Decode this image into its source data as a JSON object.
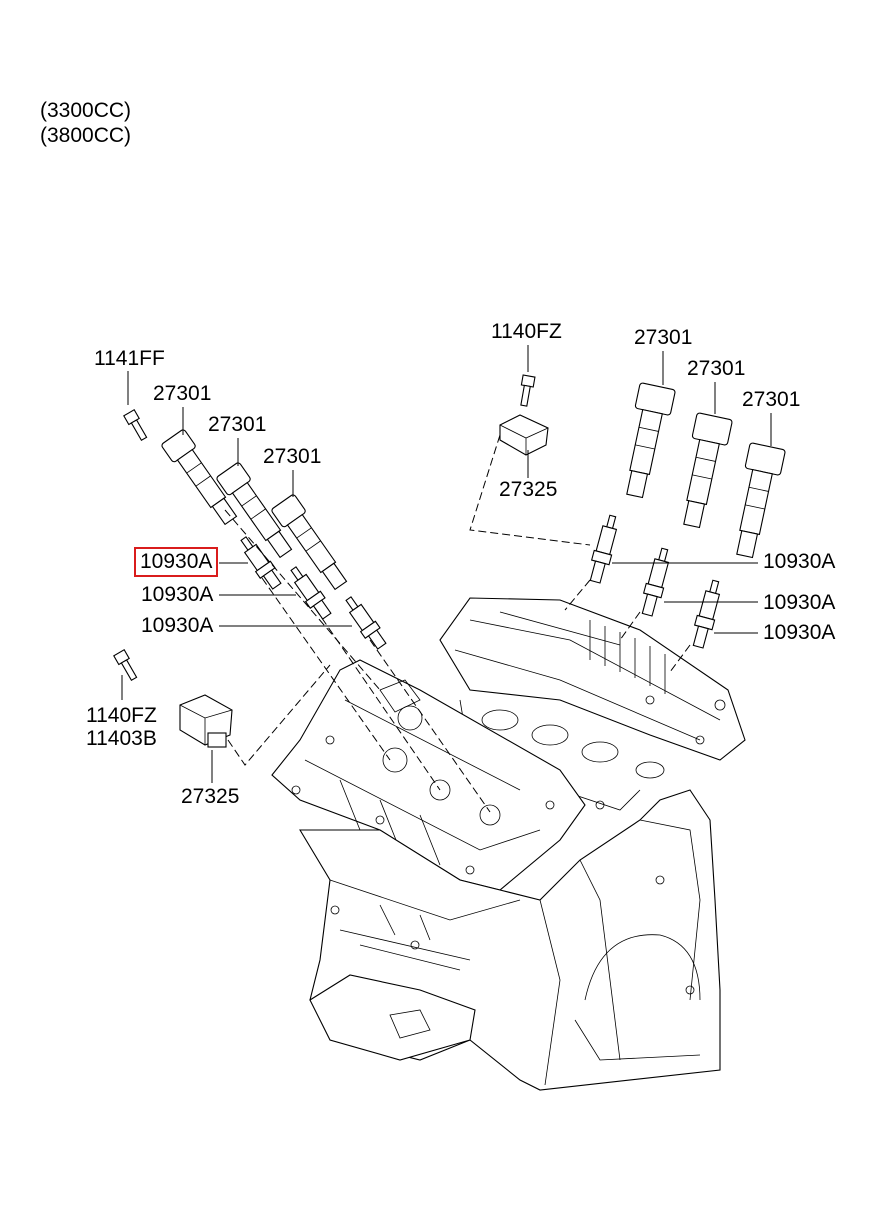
{
  "header": {
    "variant_1": "(3300CC)",
    "variant_2": "(3800CC)"
  },
  "labels": {
    "bolt_left": "1141FF",
    "bolt_top": "1140FZ",
    "bolt_bottom_1": "1140FZ",
    "bolt_bottom_2": "11403B",
    "coil_left_1": "27301",
    "coil_left_2": "27301",
    "coil_left_3": "27301",
    "coil_right_1": "27301",
    "coil_right_2": "27301",
    "coil_right_3": "27301",
    "bracket_top": "27325",
    "bracket_bottom": "27325",
    "plug_left_1": "10930A",
    "plug_left_2": "10930A",
    "plug_left_3": "10930A",
    "plug_right_1": "10930A",
    "plug_right_2": "10930A",
    "plug_right_3": "10930A"
  },
  "highlight_color": "#d91c1c"
}
